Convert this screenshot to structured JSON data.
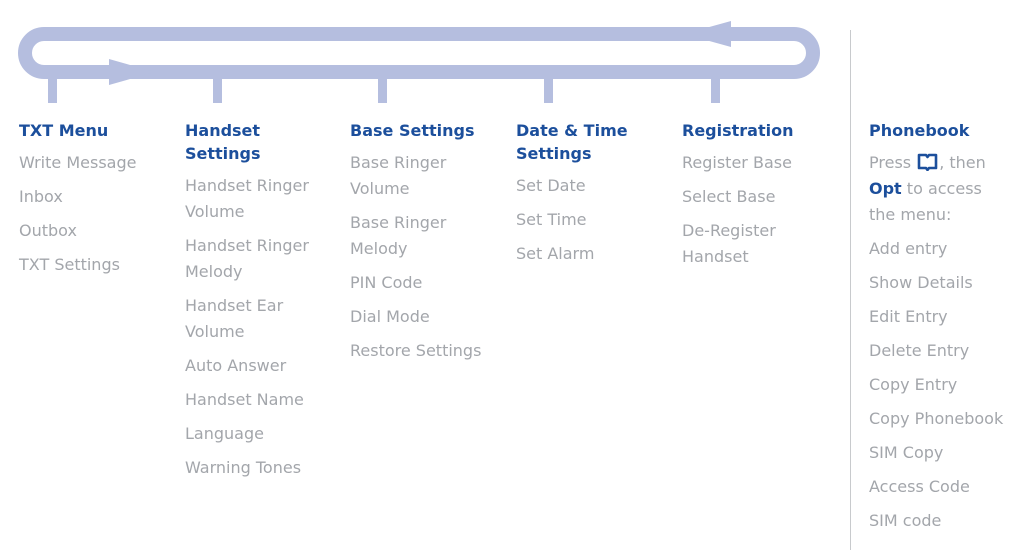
{
  "columns": [
    {
      "title": "TXT Menu",
      "items": [
        "Write Message",
        "Inbox",
        "Outbox",
        "TXT Settings"
      ]
    },
    {
      "title": "Handset Settings",
      "items": [
        "Handset Ringer Volume",
        "Handset Ringer Melody",
        "Handset Ear Volume",
        "Auto Answer",
        "Handset Name",
        "Language",
        "Warning Tones"
      ]
    },
    {
      "title": "Base Settings",
      "items": [
        "Base Ringer Volume",
        "Base Ringer Melody",
        "PIN Code",
        "Dial Mode",
        "Restore Settings"
      ]
    },
    {
      "title": "Date & Time Settings",
      "items": [
        "Set Date",
        "Set Time",
        "Set Alarm"
      ]
    },
    {
      "title": "Registration",
      "items": [
        "Register Base",
        "Select Base",
        "De-Register Handset"
      ]
    }
  ],
  "phonebook": {
    "title": "Phonebook",
    "intro_press": "Press",
    "intro_then": ", then",
    "intro_opt": "Opt",
    "intro_rest": "to access the menu:",
    "icon": "phonebook-icon",
    "items": [
      "Add entry",
      "Show Details",
      "Edit Entry",
      "Delete Entry",
      "Copy Entry",
      "Copy Phonebook",
      "SIM Copy",
      "Access Code",
      "SIM code"
    ]
  },
  "colors": {
    "heading": "#1c4f9c",
    "item": "#a3a6ab",
    "loop": "#b5bedf",
    "divider": "#c8cacd"
  }
}
